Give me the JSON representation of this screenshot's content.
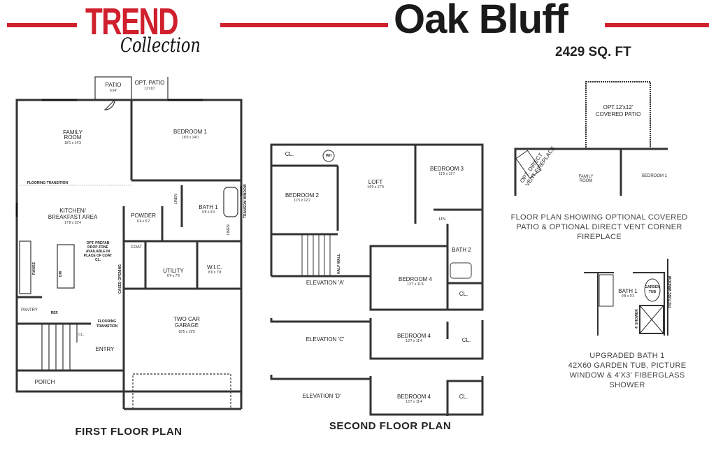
{
  "brand": {
    "collection_top": "TREND",
    "collection_script": "Collection",
    "accent_color": "#d0202e"
  },
  "header": {
    "title": "Oak Bluff",
    "sqft": "2429 SQ. FT"
  },
  "first_floor": {
    "title": "FIRST FLOOR PLAN",
    "rooms": {
      "patio": {
        "name": "PATIO",
        "dim": "6'x4'"
      },
      "opt_patio": {
        "name": "OPT. PATIO",
        "dim": "12'x10'"
      },
      "family": {
        "name1": "FAMILY",
        "name2": "ROOM",
        "dim": "18'1 x 14'3"
      },
      "bedroom1": {
        "name": "BEDROOM 1",
        "dim": "18'0 x 14'0"
      },
      "kitchen": {
        "name1": "KITCHEN/",
        "name2": "BREAKFAST AREA",
        "dim": "17'8 x 23'4"
      },
      "powder": {
        "name": "POWDER",
        "dim": "6'4 x 5'2"
      },
      "bath1": {
        "name": "BATH 1",
        "dim": "9'8 x 9'3"
      },
      "utility": {
        "name": "UTILITY",
        "dim": "6'4 x 7'6"
      },
      "wic": {
        "name": "W.I.C.",
        "dim": "8'6 x 7'8"
      },
      "garage": {
        "name1": "TWO CAR",
        "name2": "GARAGE",
        "dim": "19'5 x 19'5"
      },
      "entry": {
        "name": "ENTRY"
      },
      "porch": {
        "name": "PORCH"
      },
      "pantry": {
        "name": "PANTRY"
      },
      "coat": {
        "name": "COAT"
      }
    },
    "notes": {
      "flooring_transition": "FLOORING TRANSITION",
      "flooring_transition_2a": "FLOORING",
      "flooring_transition_2b": "TRANSITION",
      "drop_zone": [
        "OPT. PREFAB",
        "DROP ZONE",
        "AVAILABLE IN",
        "PLACE OF COAT",
        "CL."
      ],
      "linen": "LINEN",
      "transom_window": "TRANSOM WINDOW",
      "cased_opening": "CASED OPENING",
      "range": "RANGE",
      "dw": "DW",
      "ref": "REF.",
      "cl": "CL."
    }
  },
  "second_floor": {
    "title": "SECOND FLOOR PLAN",
    "rooms": {
      "cl1": "CL.",
      "wh": "WH",
      "bedroom2": {
        "name": "BEDROOM 2",
        "dim": "11'5 x 12'2"
      },
      "loft": {
        "name": "LOFT",
        "dim": "14'0 x 17'9"
      },
      "bedroom3": {
        "name": "BEDROOM 3",
        "dim": "11'5 x 11'7"
      },
      "lin": "LIN.",
      "bath2": "BATH 2",
      "bedroom4": {
        "name": "BEDROOM 4",
        "dim": "13'7 x 11'4"
      },
      "cl2": "CL.",
      "half_wall": "HALF WALL"
    },
    "elevations": {
      "a": "ELEVATION 'A'",
      "c": "ELEVATION 'C'",
      "d": "ELEVATION 'D'"
    }
  },
  "options": {
    "covered_patio": {
      "line1": "OPT.12'x12'",
      "line2": "COVERED PATIO"
    },
    "fireplace": {
      "line1": "OPT. DIRECT",
      "line2": "VENT FIREPLACE"
    },
    "family_room": {
      "line1": "FAMILY",
      "line2": "ROOM"
    },
    "bedroom1": "BEDROOM 1",
    "caption1": [
      "FLOOR PLAN SHOWING OPTIONAL COVERED",
      "PATIO & OPTIONAL DIRECT VENT CORNER",
      "FIREPLACE"
    ],
    "bath": {
      "name": "BATH 1",
      "dim": "9'8 x 9'3",
      "tub1": "GARDEN",
      "tub2": "TUB",
      "picture_window": "PICTURE WINDOW",
      "shower": "4' SHOWER"
    },
    "caption2": [
      "UPGRADED BATH 1",
      "42X60 GARDEN TUB, PICTURE",
      "WINDOW & 4'X3' FIBERGLASS",
      "SHOWER"
    ]
  }
}
